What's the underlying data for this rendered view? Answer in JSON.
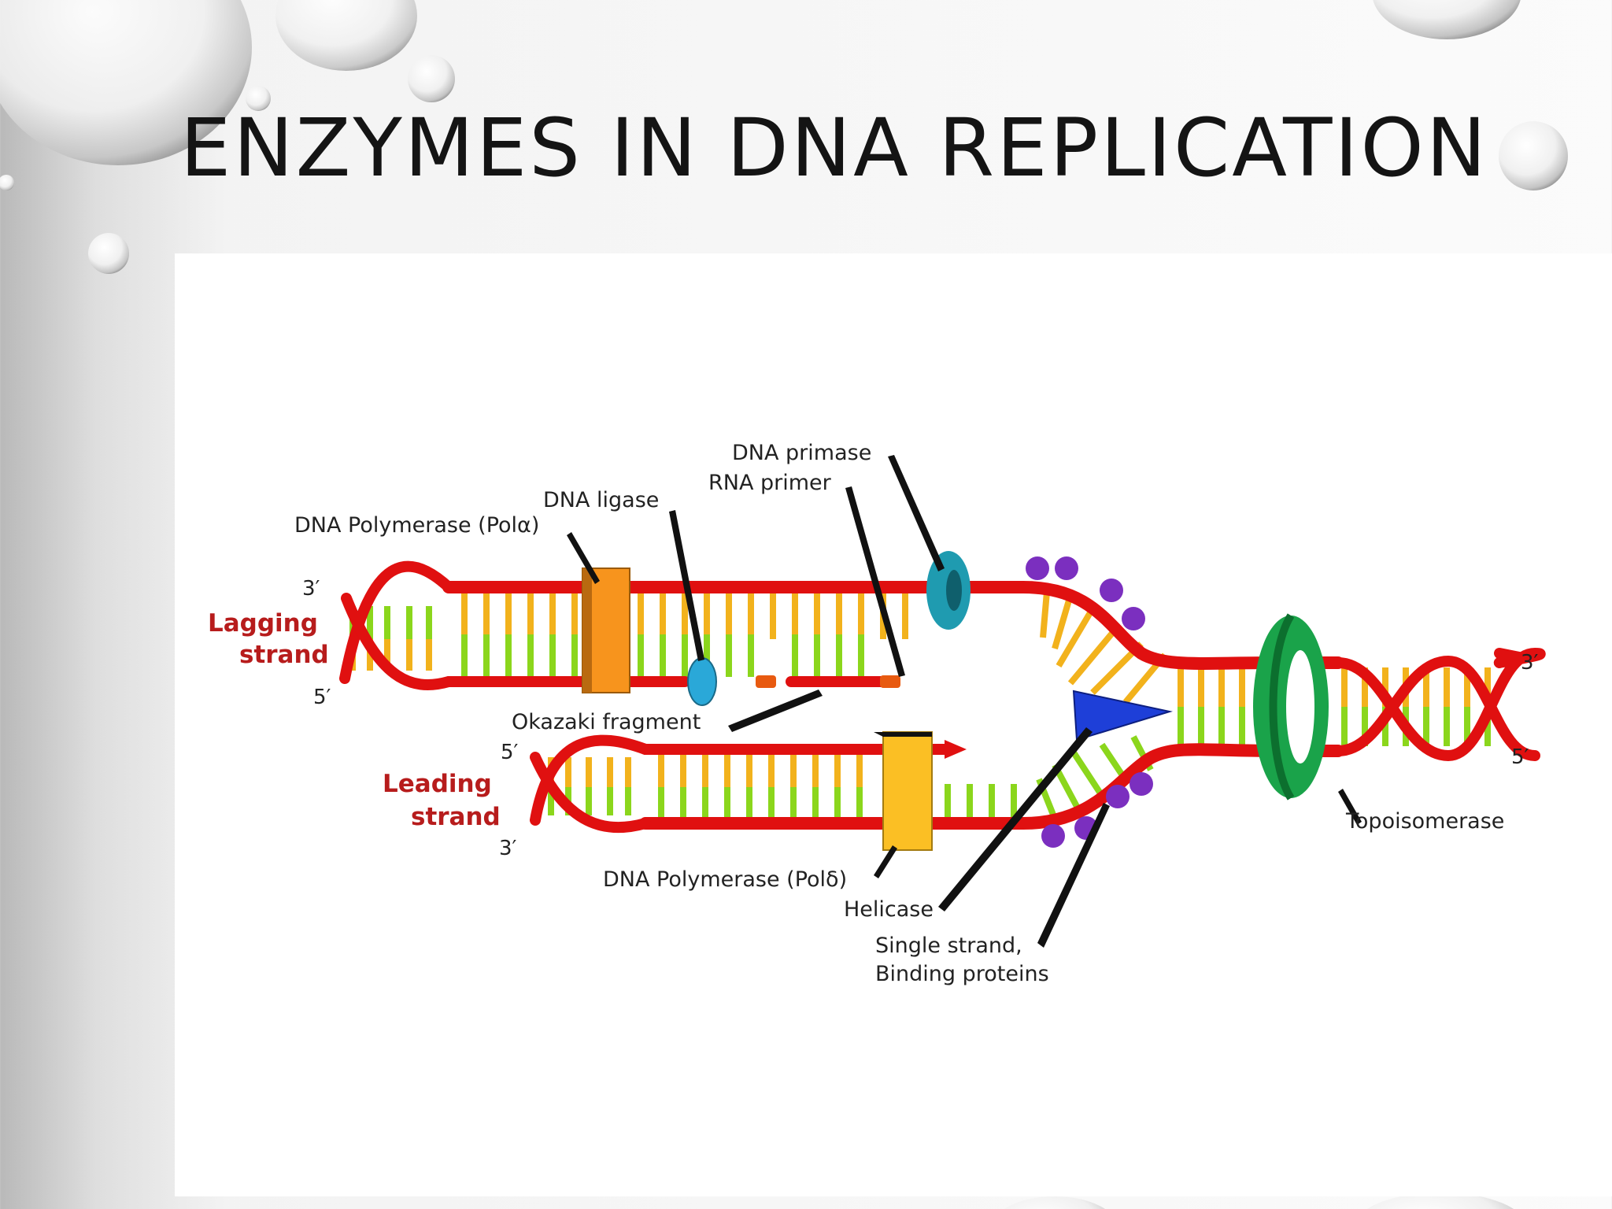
{
  "slide": {
    "title": "ENZYMES IN DNA REPLICATION"
  },
  "colors": {
    "backbone": "#e01010",
    "base_green": "#8bd61c",
    "base_yellow": "#f2b21c",
    "primer": "#e85a10",
    "pol_alpha": "#f7941d",
    "pol_delta": "#fbbf24",
    "ligase": "#2aa8d8",
    "primase": "#1f9bb0",
    "helicase": "#1e3fd8",
    "topoisomerase": "#1aa34a",
    "ssb": "#7b2fbf",
    "strand_label": "#b71c1c"
  },
  "diagram": {
    "labels": {
      "dna_primase": "DNA primase",
      "rna_primer": "RNA primer",
      "dna_ligase": "DNA ligase",
      "pol_alpha": "DNA Polymerase (Polα)",
      "lagging_1": "Lagging",
      "lagging_2": "strand",
      "leading_1": "Leading",
      "leading_2": "strand",
      "okazaki": "Okazaki fragment",
      "pol_delta": "DNA Polymerase (Polδ)",
      "helicase": "Helicase",
      "ssb_1": "Single strand,",
      "ssb_2": "Binding proteins",
      "topoisomerase": "Topoisomerase"
    },
    "ends": {
      "lagging_top": "3′",
      "lagging_bottom": "5′",
      "leading_top": "5′",
      "leading_bottom": "3′",
      "parent_top": "3′",
      "parent_bottom": "5′"
    }
  }
}
